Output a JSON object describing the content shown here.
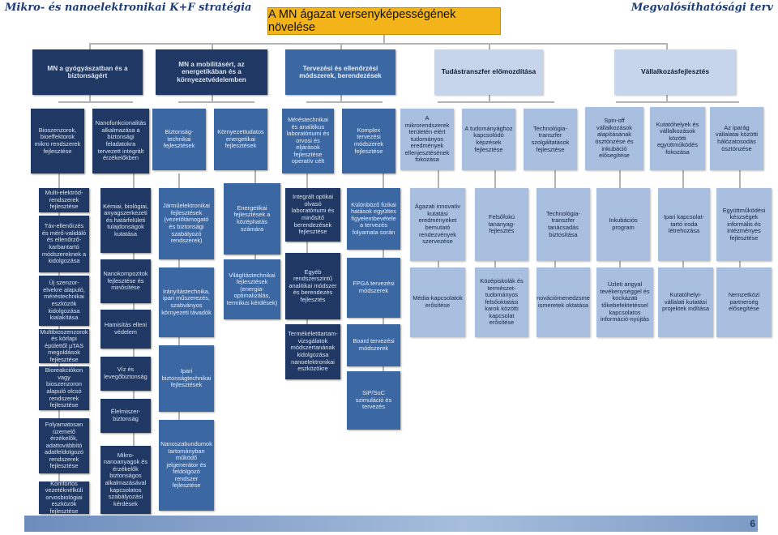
{
  "header": {
    "left": "Mikro- és nanoelektronikai K+F stratégia",
    "right": "Megvalósíthatósági terv"
  },
  "title": "A MN ágazat versenyképességének növelése",
  "page_number": "6",
  "colors": {
    "dark": "#1f3864",
    "mid": "#3b67a3",
    "light": "#a9bfe0",
    "title": "#f2b418"
  },
  "categories": [
    {
      "id": "c1",
      "label": "MN a gyógyászatban és a biztonságért"
    },
    {
      "id": "c2",
      "label": "MN a mobilitásért, az energetikában és a környezetvédelemben"
    },
    {
      "id": "c3",
      "label": "Tervezési és ellenőrzési módszerek, berendezések"
    },
    {
      "id": "c4",
      "label": "Tudástranszfer előmozdítása"
    },
    {
      "id": "c5",
      "label": "Vállalkozásfejlesztés"
    }
  ],
  "groups": [
    {
      "id": "g1",
      "label": "Bioszenzorok, bioeffektorok mikro rendszerek fejlesztése"
    },
    {
      "id": "g2",
      "label": "Nanofunkcionalitás alkalmazása a biztonsági feladatokra tervezett integrált érzékelőkben"
    },
    {
      "id": "g3",
      "label": "Biztonság-technikai fejlesztések"
    },
    {
      "id": "g4",
      "label": "Környezettudatos energetikai fejlesztések"
    },
    {
      "id": "g5",
      "label": "Méréstechnikai és analitikus laboratóriumi és orvosi és eljárások fejlesztése operatív célt"
    },
    {
      "id": "g6",
      "label": "Komplex tervezési módszerek fejlesztése"
    },
    {
      "id": "g7",
      "label": "A mikrorendszerek területén elért tudományos eredmények ellenjesztésének fokozása"
    },
    {
      "id": "g8",
      "label": "A tudományághoz kapcsolódó képzések fejlesztése"
    },
    {
      "id": "g9",
      "label": "Technológia-transzfer szolgáltatások fejlesztése"
    },
    {
      "id": "g10",
      "label": "Spin-off vállalkozások alapításának ösztönzése és inkubáció elősegítése"
    },
    {
      "id": "g11",
      "label": "Kutatóhelyek és vállalkozások közötti együttműködés fokozása"
    },
    {
      "id": "g12",
      "label": "Az iparág vállalatai közötti hálózatosodás ösztönzése"
    }
  ],
  "items": [
    {
      "id": "i1",
      "label": "Multi-elektród-rendszerek fejlesztése"
    },
    {
      "id": "i2",
      "label": "Táv-ellenőrzés és mérő-validáló és ellenőrző-karbantartó módszereknek a kidolgozása"
    },
    {
      "id": "i3",
      "label": "Új szenzor-elvekre alapuló, méréstechnikai eszközök kidolgozása kialakítása"
    },
    {
      "id": "i4",
      "label": "Multibioszenzorok és kórlapi épülettől µTAS megoldások fejlesztése"
    },
    {
      "id": "i5",
      "label": "Bioreakciókon vagy bioszenzoron alapuló olcsó rendszerek fejlesztése"
    },
    {
      "id": "i6",
      "label": "Folyamatosan üzemelő érzékelők, adattovábbító adatfeldolgozó rendszerek fejlesztése"
    },
    {
      "id": "i7",
      "label": "Komfortos vezetéknélküli orvosbiológiai eszközök fejlesztése"
    },
    {
      "id": "i8",
      "label": "Kémiai, biológiai, anyagszerkezeti és határfelületi tulajdonságok kutatása"
    },
    {
      "id": "i9",
      "label": "Nanokompozitok fejlesztése és minősítése"
    },
    {
      "id": "i10",
      "label": "Hamisítás elleni védelem"
    },
    {
      "id": "i11",
      "label": "Víz és levegőbiztonság"
    },
    {
      "id": "i12",
      "label": "Élelmiszer-biztonság"
    },
    {
      "id": "i13",
      "label": "Mikro-nanoanyagok és érzékelők biztonságos alkalmazásával kapcsolatos szabályozási kérdések"
    },
    {
      "id": "i14",
      "label": "Járműelektronikai fejlesztések (vezetőtámogató és biztonsági szabályozó rendszerek)"
    },
    {
      "id": "i15",
      "label": "Irányítástechnika, ipari műszerezés, szabványos környezeti távadók"
    },
    {
      "id": "i16",
      "label": "Ipari biztonságtechnikai fejlesztések"
    },
    {
      "id": "i17",
      "label": "Nanoszabundumok tartományban működő jelgenerátor és feldolgozó rendszer fejlesztése"
    },
    {
      "id": "i18",
      "label": "Energetikai fejlesztések a középhatás számára"
    },
    {
      "id": "i19",
      "label": "Világítástechnikai fejlesztések (energia-optimalizálás, termikus kérdések)"
    },
    {
      "id": "i20",
      "label": "Integrált optikai olvasó laboratóriumi és minősítő berendezések fejlesztése"
    },
    {
      "id": "i21",
      "label": "Egyéb rendszerszintű analitikai módszer és berendezés fejlesztés"
    },
    {
      "id": "i22",
      "label": "Termékéletttartam-vizsgálatok módszertanának kidolgozása nanoelektronikai eszközökre"
    },
    {
      "id": "i23",
      "label": "Különböző fizikai hatások együttes figyelembevétele a tervezés folyamata során"
    },
    {
      "id": "i24",
      "label": "FPGA tervezési módszerek"
    },
    {
      "id": "i25",
      "label": "Board tervezési módszerek"
    },
    {
      "id": "i26",
      "label": "SiP/SoC szimuláció és tervezés"
    },
    {
      "id": "i27",
      "label": "Ágazati innovatív kutatási eredményeket bemutató rendezvények szervezése"
    },
    {
      "id": "i28",
      "label": "Média-kapcsolatok erősítése"
    },
    {
      "id": "i29",
      "label": "Felsőfokú tananyag-fejlesztés"
    },
    {
      "id": "i30",
      "label": "Középiskolák és természet-tudományos felsőoktatási karok közötti kapcsolat erősítése"
    },
    {
      "id": "i31",
      "label": "Technológia-transzfer tanácsadás biztosítása"
    },
    {
      "id": "i32",
      "label": "Innovációmenedzsment ismeretek oktatása"
    },
    {
      "id": "i33",
      "label": "Inkubációs program"
    },
    {
      "id": "i34",
      "label": "Üzleti angyal tevékenységgel és kockázati tőkebefektetéssel kapcsolatos információ-nyújtás"
    },
    {
      "id": "i35",
      "label": "Ipari kapcsolat-tartó iroda létrehozása"
    },
    {
      "id": "i36",
      "label": "Kutatóhelyi-vállalati kutatási projektek indítása"
    },
    {
      "id": "i37",
      "label": "Együttműködési készségek informális és intézményes fejlesztése"
    },
    {
      "id": "i38",
      "label": "Nemzetközi partnerség elősegítése"
    }
  ]
}
